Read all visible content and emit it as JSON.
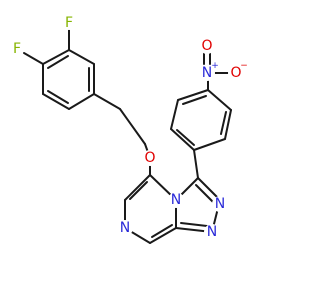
{
  "molecule": {
    "atoms": {
      "F_upper": {
        "symbol": "F",
        "color": "#86b400"
      },
      "F_left": {
        "symbol": "F",
        "color": "#86b400"
      },
      "O_ether": {
        "symbol": "O",
        "color": "#e00000"
      },
      "N_nitro": {
        "symbol": "N",
        "color": "#2a2ad8",
        "charge": "+"
      },
      "O_nitro_top": {
        "symbol": "O",
        "color": "#e00000"
      },
      "O_nitro_right": {
        "symbol": "O",
        "color": "#e00000",
        "charge": "−"
      },
      "N_bridge": {
        "symbol": "N",
        "color": "#2a2ad8"
      },
      "N_pyrazine": {
        "symbol": "N",
        "color": "#2a2ad8"
      },
      "N_triazole_a": {
        "symbol": "N",
        "color": "#2a2ad8"
      },
      "N_triazole_b": {
        "symbol": "N",
        "color": "#2a2ad8"
      }
    },
    "bond_color": "#1a1a1a"
  }
}
